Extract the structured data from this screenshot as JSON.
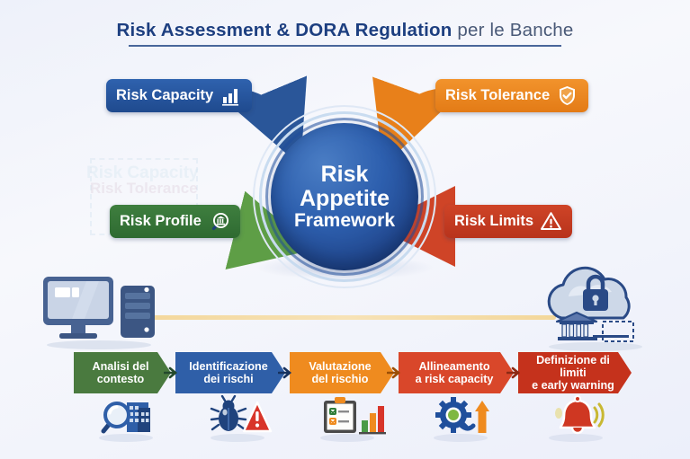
{
  "title": {
    "bold_1": "Risk Assessment",
    "amp": " & ",
    "bold_2": "DORA Regulation",
    "normal": " per le Banche"
  },
  "center": {
    "line1": "Risk",
    "line2": "Appetite",
    "line3": "Framework"
  },
  "pills": [
    {
      "key": "capacity",
      "label": "Risk Capacity",
      "icon": "bar-chart-icon",
      "color": "#1f4a8e",
      "position": "top-left"
    },
    {
      "key": "tolerance",
      "label": "Risk Tolerance",
      "icon": "shield-check-icon",
      "color": "#e37b16",
      "position": "top-right"
    },
    {
      "key": "profile",
      "label": "Risk Profile",
      "icon": "magnifier-bank-icon",
      "color": "#2e6a31",
      "position": "bottom-left"
    },
    {
      "key": "limits",
      "label": "Risk Limits",
      "icon": "warning-triangle-icon",
      "color": "#b8331c",
      "position": "bottom-right"
    }
  ],
  "devices": {
    "left": {
      "name": "desktop-computer-illustration"
    },
    "right": {
      "name": "secure-cloud-bank-illustration"
    },
    "connector": {
      "name": "data-link-line",
      "color": "#f3d79a"
    }
  },
  "process": {
    "steps": [
      {
        "line1": "Analisi del",
        "line2": "contesto",
        "color": "#4a7a3f",
        "icon": "magnifier-building-icon"
      },
      {
        "line1": "Identificazione",
        "line2": "dei rischi",
        "color": "#2f5fa8",
        "icon": "bug-warning-icon"
      },
      {
        "line1": "Valutazione",
        "line2": "del rischio",
        "color": "#ef8b1f",
        "icon": "clipboard-chart-icon"
      },
      {
        "line1": "Allineamento",
        "line2": "a risk capacity",
        "color": "#d9472a",
        "icon": "gear-arrow-icon"
      },
      {
        "line1": "Definizione di limiti",
        "line2": "e early warning",
        "color": "#c5321c",
        "icon": "alarm-bell-icon"
      }
    ]
  },
  "colors": {
    "background": "#eef1fa",
    "title_blue": "#1d3f80",
    "title_rule": "#2a4c88",
    "core_blue": "#21468c",
    "accent_orange": "#e37b16",
    "accent_green": "#2e6a31",
    "accent_red": "#b8331c"
  }
}
